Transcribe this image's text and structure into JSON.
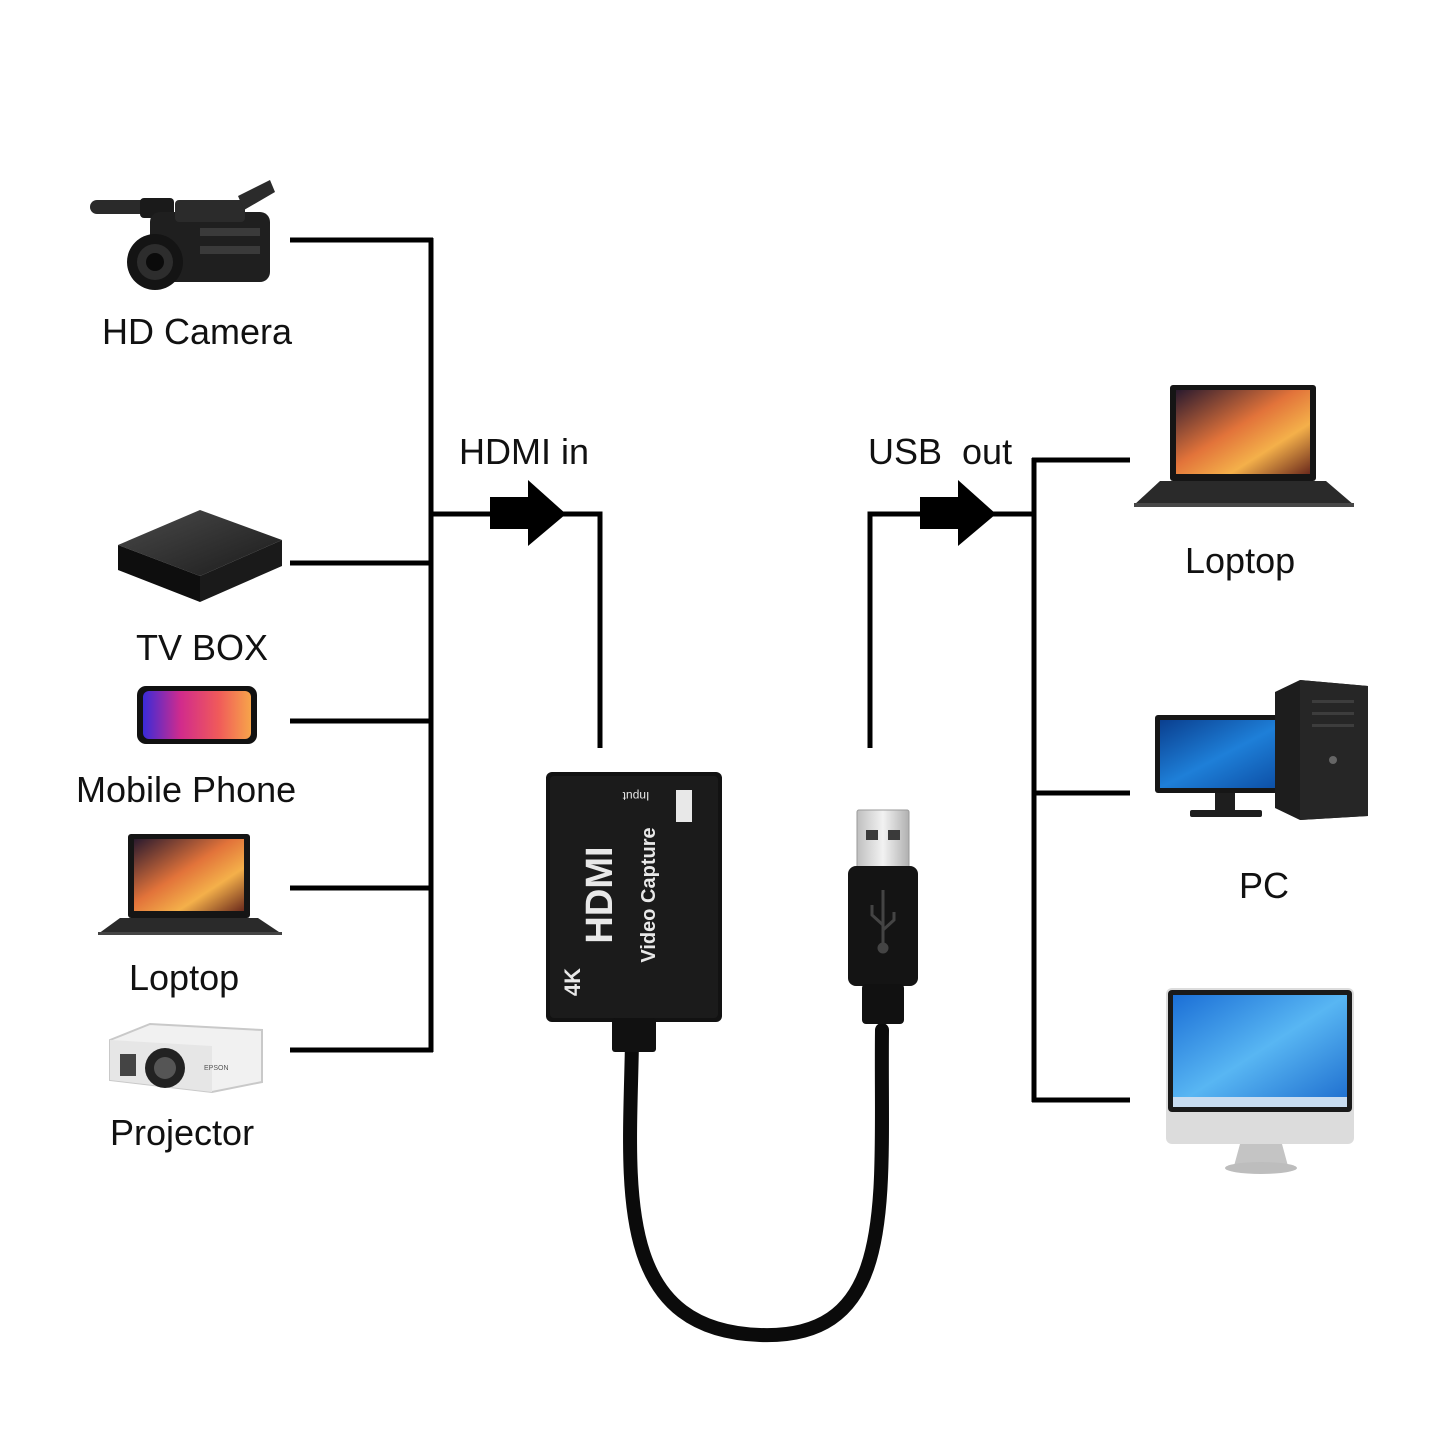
{
  "inputs": {
    "hd_camera": "HD Camera",
    "tv_box": "TV BOX",
    "mobile_phone": "Mobile Phone",
    "laptop": "Loptop",
    "projector": "Projector"
  },
  "outputs": {
    "laptop": "Loptop",
    "pc": "PC"
  },
  "flow": {
    "hdmi_in": "HDMI in",
    "usb_out": "USB  out"
  },
  "device": {
    "port_label": "Input",
    "brand": "HDMI",
    "subtitle": "Video Capture",
    "badge": "4K",
    "usb_symbol": "USB"
  },
  "colors": {
    "device_body": "#121212",
    "cable": "#0b0b0b",
    "connector_metal": "#d8d8d8",
    "wire": "#000000"
  }
}
